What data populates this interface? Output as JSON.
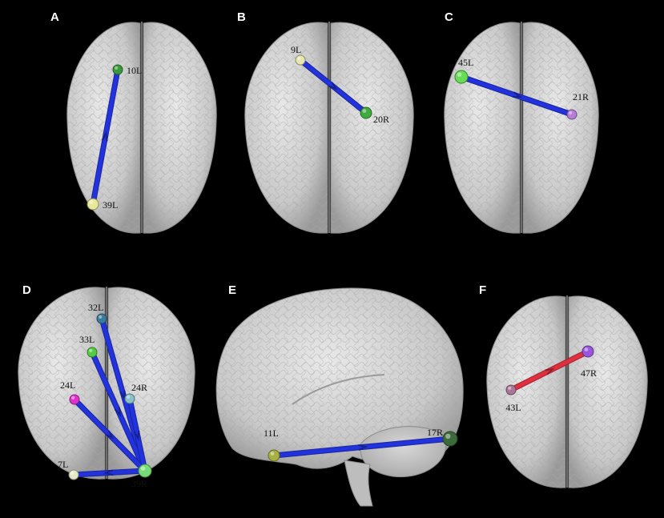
{
  "panels": [
    {
      "letter": "A",
      "view": "top",
      "nodes": [
        {
          "id": "10L",
          "color": "#3a9a3a"
        },
        {
          "id": "39L",
          "color": "#e8e89a"
        }
      ],
      "edges": [
        {
          "from": "39L",
          "to": "10L",
          "color": "#2233dd"
        }
      ]
    },
    {
      "letter": "B",
      "view": "top",
      "nodes": [
        {
          "id": "9L",
          "color": "#e6e6b0"
        },
        {
          "id": "20R",
          "color": "#3faa3f"
        }
      ],
      "edges": [
        {
          "from": "9L",
          "to": "20R",
          "color": "#2233dd"
        }
      ]
    },
    {
      "letter": "C",
      "view": "top",
      "nodes": [
        {
          "id": "45L",
          "color": "#66dd55"
        },
        {
          "id": "21R",
          "color": "#b77dd8"
        }
      ],
      "edges": [
        {
          "from": "45L",
          "to": "21R",
          "color": "#2233dd"
        }
      ]
    },
    {
      "letter": "D",
      "view": "top",
      "nodes": [
        {
          "id": "32L",
          "color": "#3a7c9c"
        },
        {
          "id": "33L",
          "color": "#55cc44"
        },
        {
          "id": "24L",
          "color": "#dd33cc"
        },
        {
          "id": "24R",
          "color": "#88c0cc"
        },
        {
          "id": "7L",
          "color": "#e8e8c8"
        },
        {
          "id": "39R",
          "color": "#77dd77"
        }
      ],
      "edges": [
        {
          "from": "32L",
          "to": "39R",
          "color": "#2233dd"
        },
        {
          "from": "33L",
          "to": "39R",
          "color": "#2233dd"
        },
        {
          "from": "24L",
          "to": "39R",
          "color": "#2233dd"
        },
        {
          "from": "24R",
          "to": "39R",
          "color": "#2233dd"
        },
        {
          "from": "39R",
          "to": "7L",
          "color": "#2233dd"
        }
      ]
    },
    {
      "letter": "E",
      "view": "lateral",
      "nodes": [
        {
          "id": "11L",
          "color": "#a8b040"
        },
        {
          "id": "17R",
          "color": "#3c6a3a"
        }
      ],
      "edges": [
        {
          "from": "11L",
          "to": "17R",
          "color": "#2233dd"
        }
      ]
    },
    {
      "letter": "F",
      "view": "top",
      "nodes": [
        {
          "id": "43L",
          "color": "#aa7799"
        },
        {
          "id": "47R",
          "color": "#9955dd"
        }
      ],
      "edges": [
        {
          "from": "43L",
          "to": "47R",
          "color": "#e03040"
        }
      ]
    }
  ]
}
